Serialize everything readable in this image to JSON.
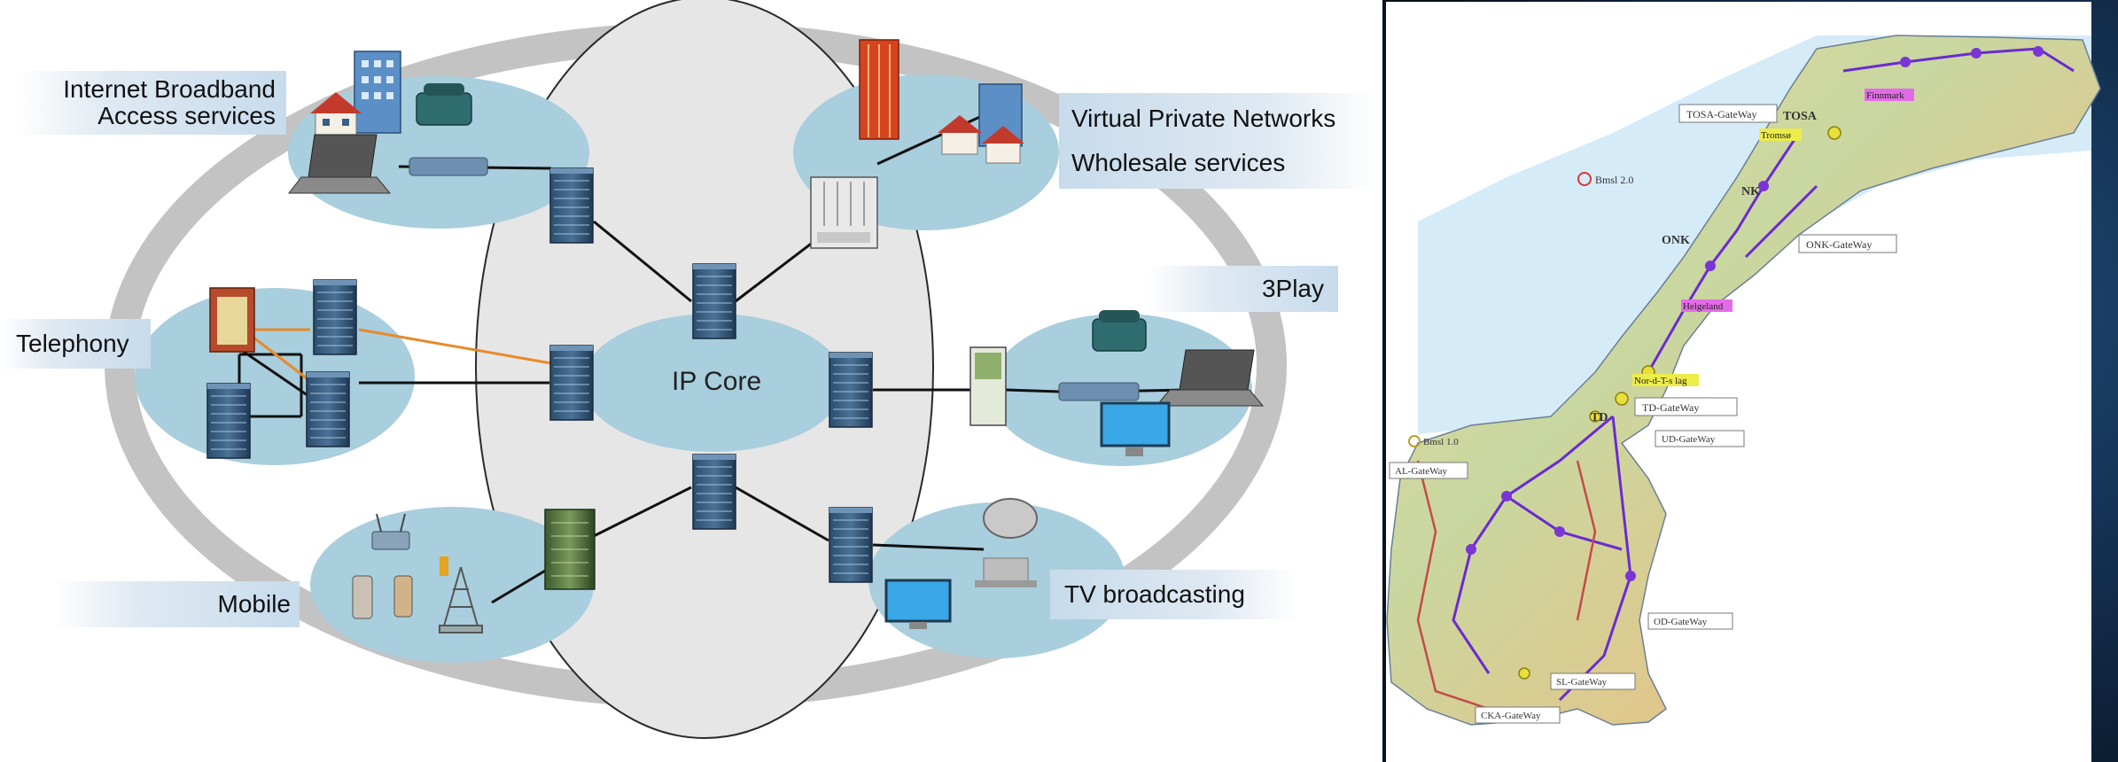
{
  "network_diagram": {
    "core_label": "IP Core",
    "services": {
      "internet": [
        "Internet Broadband",
        "Access services"
      ],
      "vpn": "Virtual Private Networks",
      "wholesale": "Wholesale services",
      "telephony": "Telephony",
      "threeplay": "3Play",
      "mobile": "Mobile",
      "tv": "TV broadcasting"
    }
  },
  "map": {
    "legend_label": "Bmsl 2.0",
    "legend_label_2": "Bmsl 1.0",
    "gateway_labels": [
      "TOSA-GateWay",
      "ONK-GateWay",
      "TD-GateWay",
      "UD-GateWay",
      "AL-GateWay",
      "OD-GateWay",
      "SL-GateWay",
      "CKA-GateWay"
    ],
    "node_labels": [
      "TOSA",
      "NK",
      "ONK",
      "TD",
      "Helgeland",
      "Tromsø",
      "Finnmark",
      "Nor-d-T-s lag"
    ]
  },
  "colors": {
    "ring": "#bfbfbf",
    "cloud": "#a9cedd",
    "core_ellipse": "#e4e4e4",
    "link_orange": "#e88a2a",
    "map_route": "#6a2bd0",
    "map_sea": "#cfe6f7",
    "backdrop": "#0b1a30"
  }
}
